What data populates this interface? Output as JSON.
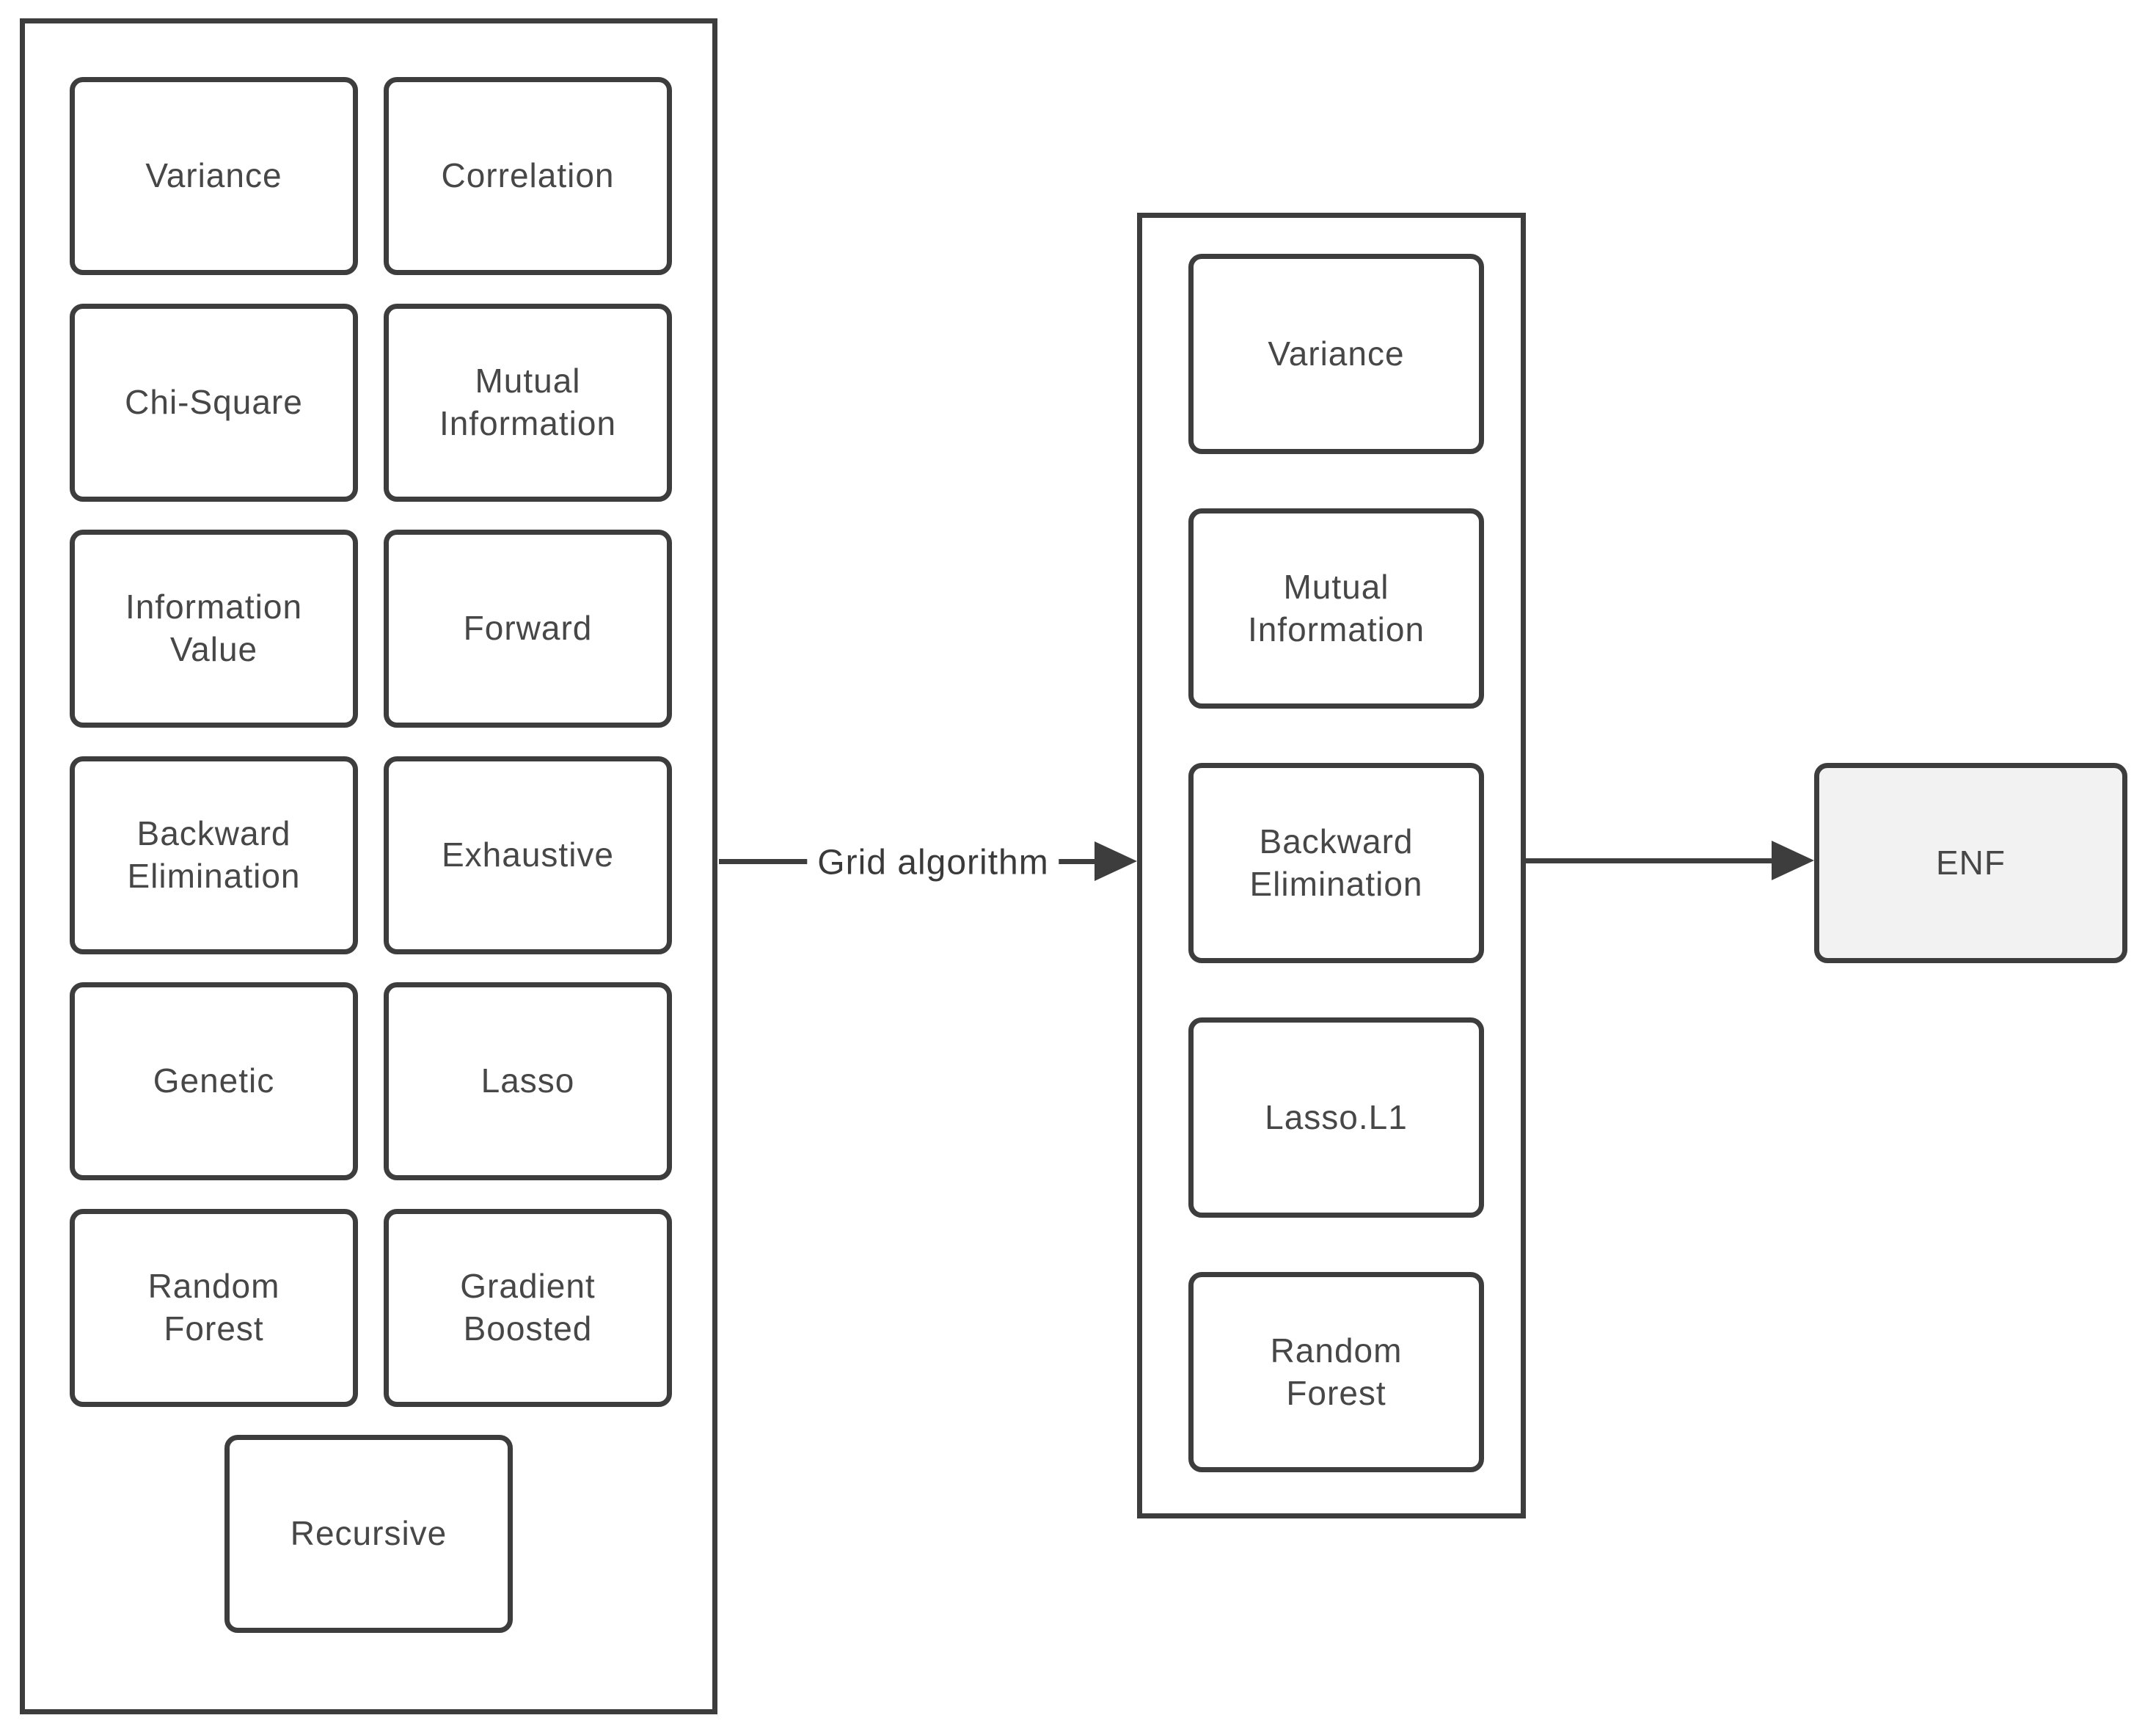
{
  "colors": {
    "border": "#3d3d3d",
    "text": "#474747",
    "enf_fill": "#f2f2f2",
    "background": "#ffffff"
  },
  "left_panel": {
    "boxes": [
      "Variance",
      "Correlation",
      "Chi-Square",
      "Mutual\nInformation",
      "Information\nValue",
      "Forward",
      "Backward\nElimination",
      "Exhaustive",
      "Genetic",
      "Lasso",
      "Random\nForest",
      "Gradient\nBoosted",
      "Recursive"
    ]
  },
  "flow": {
    "arrow_label": "Grid algorithm"
  },
  "selected_panel": {
    "boxes": [
      "Variance",
      "Mutual\nInformation",
      "Backward\nElimination",
      "Lasso.L1",
      "Random\nForest"
    ]
  },
  "output_box": {
    "label": "ENF"
  }
}
